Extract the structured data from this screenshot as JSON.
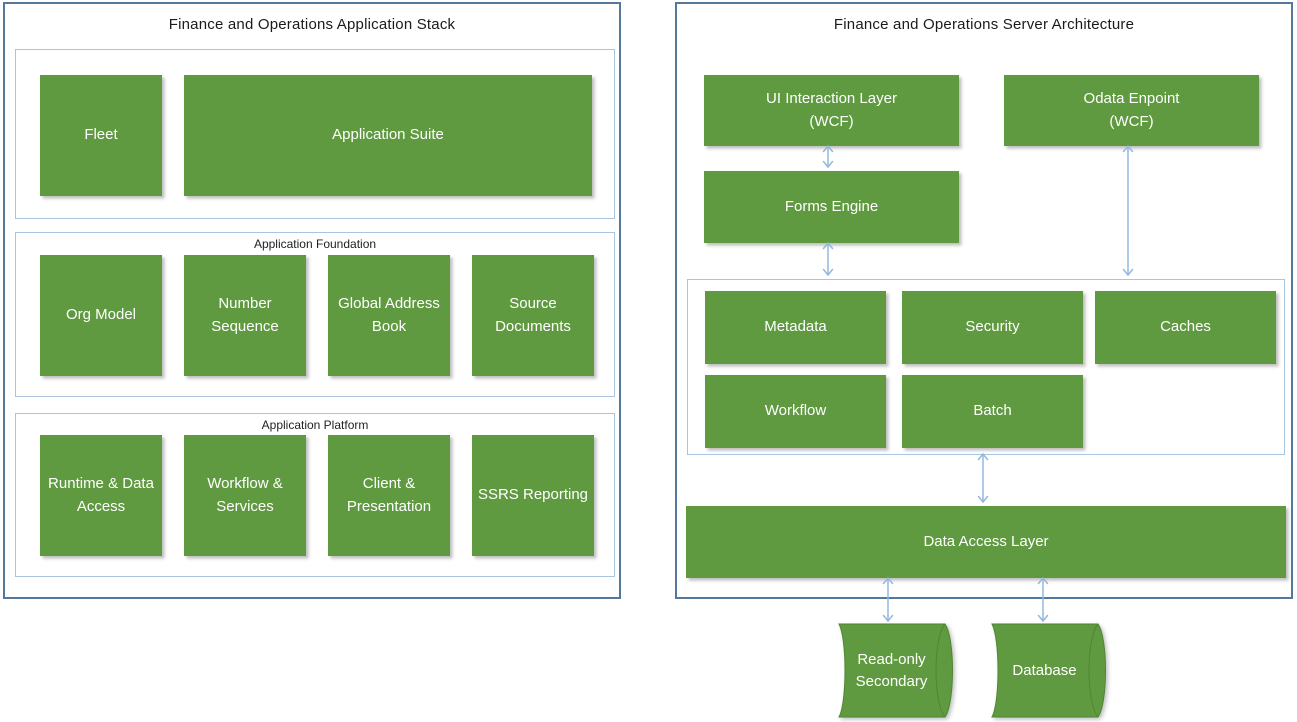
{
  "left_panel": {
    "title": "Finance and Operations Application Stack",
    "sections": {
      "suite": {
        "boxes": {
          "fleet": "Fleet",
          "application_suite": "Application Suite"
        }
      },
      "foundation": {
        "label": "Application Foundation",
        "boxes": {
          "org_model": "Org Model",
          "number_sequence": "Number Sequence",
          "global_address_book": "Global Address Book",
          "source_documents": "Source Documents"
        }
      },
      "platform": {
        "label": "Application Platform",
        "boxes": {
          "runtime_data_access": "Runtime & Data Access",
          "workflow_services": "Workflow & Services",
          "client_presentation": "Client & Presentation",
          "ssrs_reporting": "SSRS Reporting"
        }
      }
    }
  },
  "right_panel": {
    "title": "Finance and Operations Server Architecture",
    "boxes": {
      "ui_interaction_layer": "UI Interaction Layer\n(WCF)",
      "odata_endpoint": "Odata Enpoint\n(WCF)",
      "forms_engine": "Forms Engine",
      "metadata": "Metadata",
      "security": "Security",
      "caches": "Caches",
      "workflow": "Workflow",
      "batch": "Batch",
      "data_access_layer": "Data Access Layer"
    },
    "databases": {
      "read_only_secondary": "Read-only\nSecondary",
      "database": "Database"
    }
  },
  "colors": {
    "box_green": "#5f9a40",
    "panel_border": "#54779c",
    "section_border": "#a9c4de",
    "arrow_blue": "#92b8e0",
    "box_text": "#ffffff",
    "title_text": "#1b1b1b"
  }
}
